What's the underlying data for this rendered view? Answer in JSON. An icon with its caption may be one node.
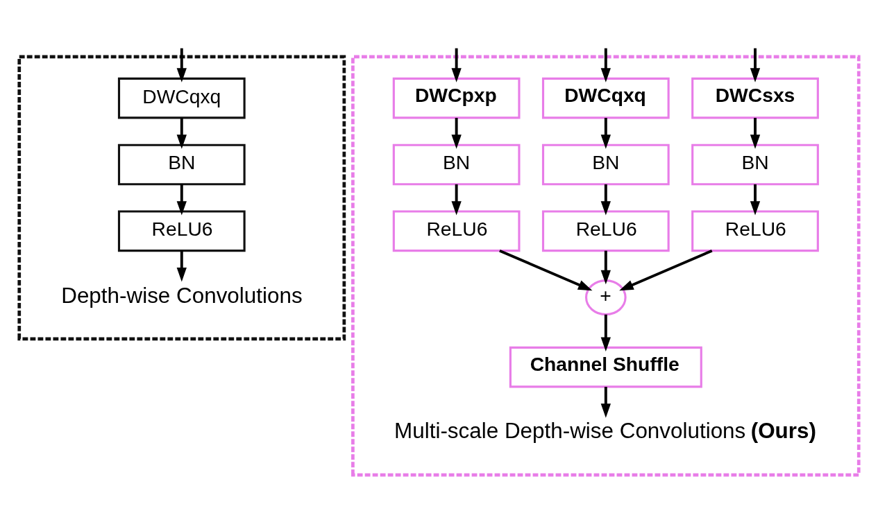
{
  "diagram": {
    "nodes": [
      {
        "text": [],
        "shape": "box"
      },
      {
        "text": [
          "DWCqxq"
        ],
        "in": 0
      },
      {
        "text": [
          "BN"
        ],
        "in": 0
      },
      {
        "text": [
          "ReLU6"
        ],
        "in": 0
      },
      {
        "text": [
          "Depth-wise Convolutions"
        ],
        "in": 0
      },
      {
        "text": [],
        "shape": "box"
      },
      {
        "text": [
          "DWCpxp"
        ],
        "in": 5
      },
      {
        "text": [
          "DWCqxq"
        ],
        "in": 5
      },
      {
        "text": [
          "DWCsxs"
        ],
        "in": 5
      },
      {
        "text": [
          "BN"
        ],
        "in": 5
      },
      {
        "text": [
          "BN"
        ],
        "in": 5
      },
      {
        "text": [
          "BN"
        ],
        "in": 5
      },
      {
        "text": [
          "ReLU6"
        ],
        "in": 5
      },
      {
        "text": [
          "ReLU6"
        ],
        "in": 5
      },
      {
        "text": [
          "ReLU6"
        ],
        "in": 5
      },
      {
        "text": [
          "+"
        ],
        "in": 5
      },
      {
        "text": [
          "Channel Shuffle"
        ],
        "in": 5
      },
      {
        "text": [
          "Multi-scale Depth-wise Convolutions **(Ours)**"
        ],
        "in": 5
      }
    ],
    "edges": [
      {
        "from": null,
        "to": 1,
        "arrow": "to"
      },
      {
        "from": 1,
        "to": 2,
        "arrow": "to"
      },
      {
        "from": 2,
        "to": 3,
        "arrow": "to"
      },
      {
        "from": 3,
        "to": 4,
        "arrow": "to"
      },
      {
        "from": null,
        "to": 6,
        "arrow": "to"
      },
      {
        "from": null,
        "to": 7,
        "arrow": "to"
      },
      {
        "from": null,
        "to": 8,
        "arrow": "to"
      },
      {
        "from": 6,
        "to": 9,
        "arrow": "to"
      },
      {
        "from": 7,
        "to": 10,
        "arrow": "to"
      },
      {
        "from": 8,
        "to": 11,
        "arrow": "to"
      },
      {
        "from": 9,
        "to": 12,
        "arrow": "to"
      },
      {
        "from": 10,
        "to": 13,
        "arrow": "to"
      },
      {
        "from": 11,
        "to": 14,
        "arrow": "to"
      },
      {
        "from": 12,
        "to": 15,
        "arrow": "to"
      },
      {
        "from": 13,
        "to": 15,
        "arrow": "to"
      },
      {
        "from": 14,
        "to": 15,
        "arrow": "to"
      },
      {
        "from": 15,
        "to": 16,
        "arrow": "to"
      },
      {
        "from": 16,
        "to": 17,
        "arrow": "to"
      }
    ]
  }
}
